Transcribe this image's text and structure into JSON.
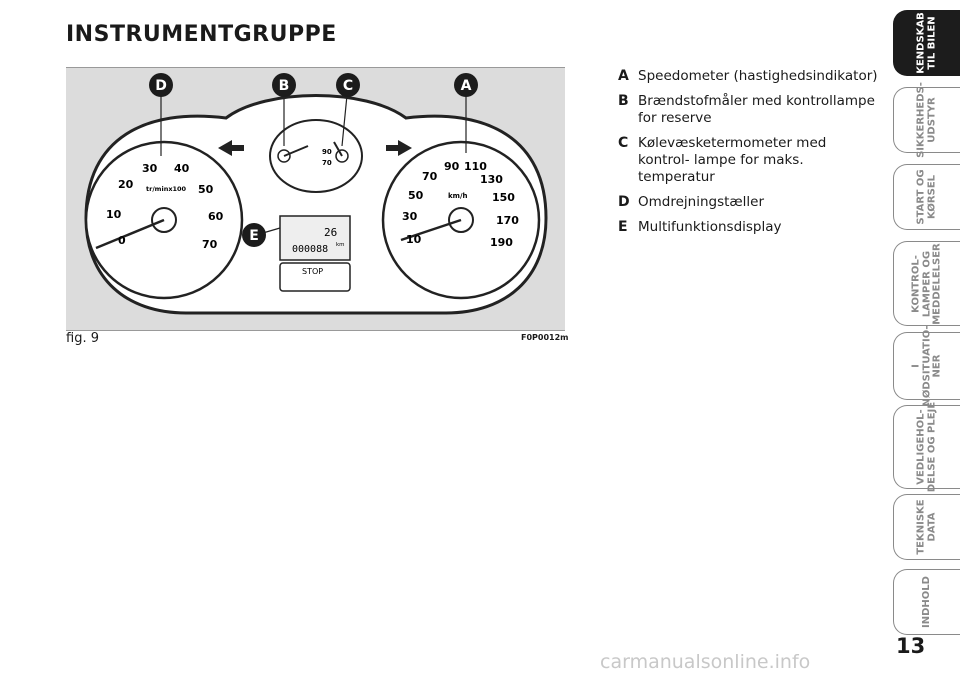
{
  "page": {
    "title": "INSTRUMENTGRUPPE",
    "number": "13",
    "watermark": "carmanualsonline.info"
  },
  "figure": {
    "caption": "fig. 9",
    "code": "F0P0012m",
    "callouts": [
      "D",
      "B",
      "C",
      "A",
      "E"
    ],
    "tach_labels": [
      "0",
      "10",
      "20",
      "30",
      "40",
      "50",
      "60",
      "70"
    ],
    "tach_unit": "tr/minx100",
    "speed_labels": [
      "10",
      "30",
      "50",
      "70",
      "90",
      "110",
      "130",
      "150",
      "170",
      "190"
    ],
    "speed_unit": "km/h",
    "temp_labels": [
      "90",
      "70"
    ],
    "display_value": "26",
    "display_odometer": "000088",
    "display_unit": "km",
    "stop_label": "STOP"
  },
  "legend": [
    {
      "letter": "A",
      "text": "Speedometer (hastighedsindikator)"
    },
    {
      "letter": "B",
      "text": "Brændstofmåler med kontrollampe for reserve"
    },
    {
      "letter": "C",
      "text": "Kølevæsketermometer med kontrol- lampe for maks. temperatur"
    },
    {
      "letter": "D",
      "text": "Omdrejningstæller"
    },
    {
      "letter": "E",
      "text": "Multifunktionsdisplay"
    }
  ],
  "tabs": [
    {
      "label": "KENDSKAB\nTIL BILEN",
      "active": true
    },
    {
      "label": "SIKKERHEDS-\nUDSTYR",
      "active": false
    },
    {
      "label": "START OG\nKØRSEL",
      "active": false
    },
    {
      "label": "KONTROL-\nLAMPER OG\nMEDDELELSER",
      "active": false
    },
    {
      "label": "I\nNØDSITUATIO-\nNER",
      "active": false
    },
    {
      "label": "VEDLIGEHOL-\nDELSE OG PLEJE",
      "active": false
    },
    {
      "label": "TEKNISKE\nDATA",
      "active": false
    },
    {
      "label": "INDHOLD",
      "active": false
    }
  ]
}
